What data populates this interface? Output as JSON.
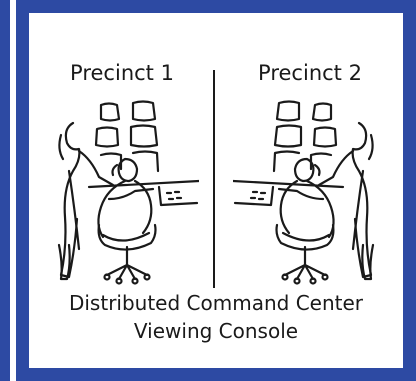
{
  "precinct_left": "Precinct 1",
  "precinct_right": "Precinct 2",
  "caption_line1": "Distributed Command Center",
  "caption_line2": "Viewing Console",
  "colors": {
    "frame": "#2d4aa3",
    "ink": "#1a1a1a",
    "background": "#ffffff"
  },
  "icons": [
    "operator-console-illustration"
  ]
}
